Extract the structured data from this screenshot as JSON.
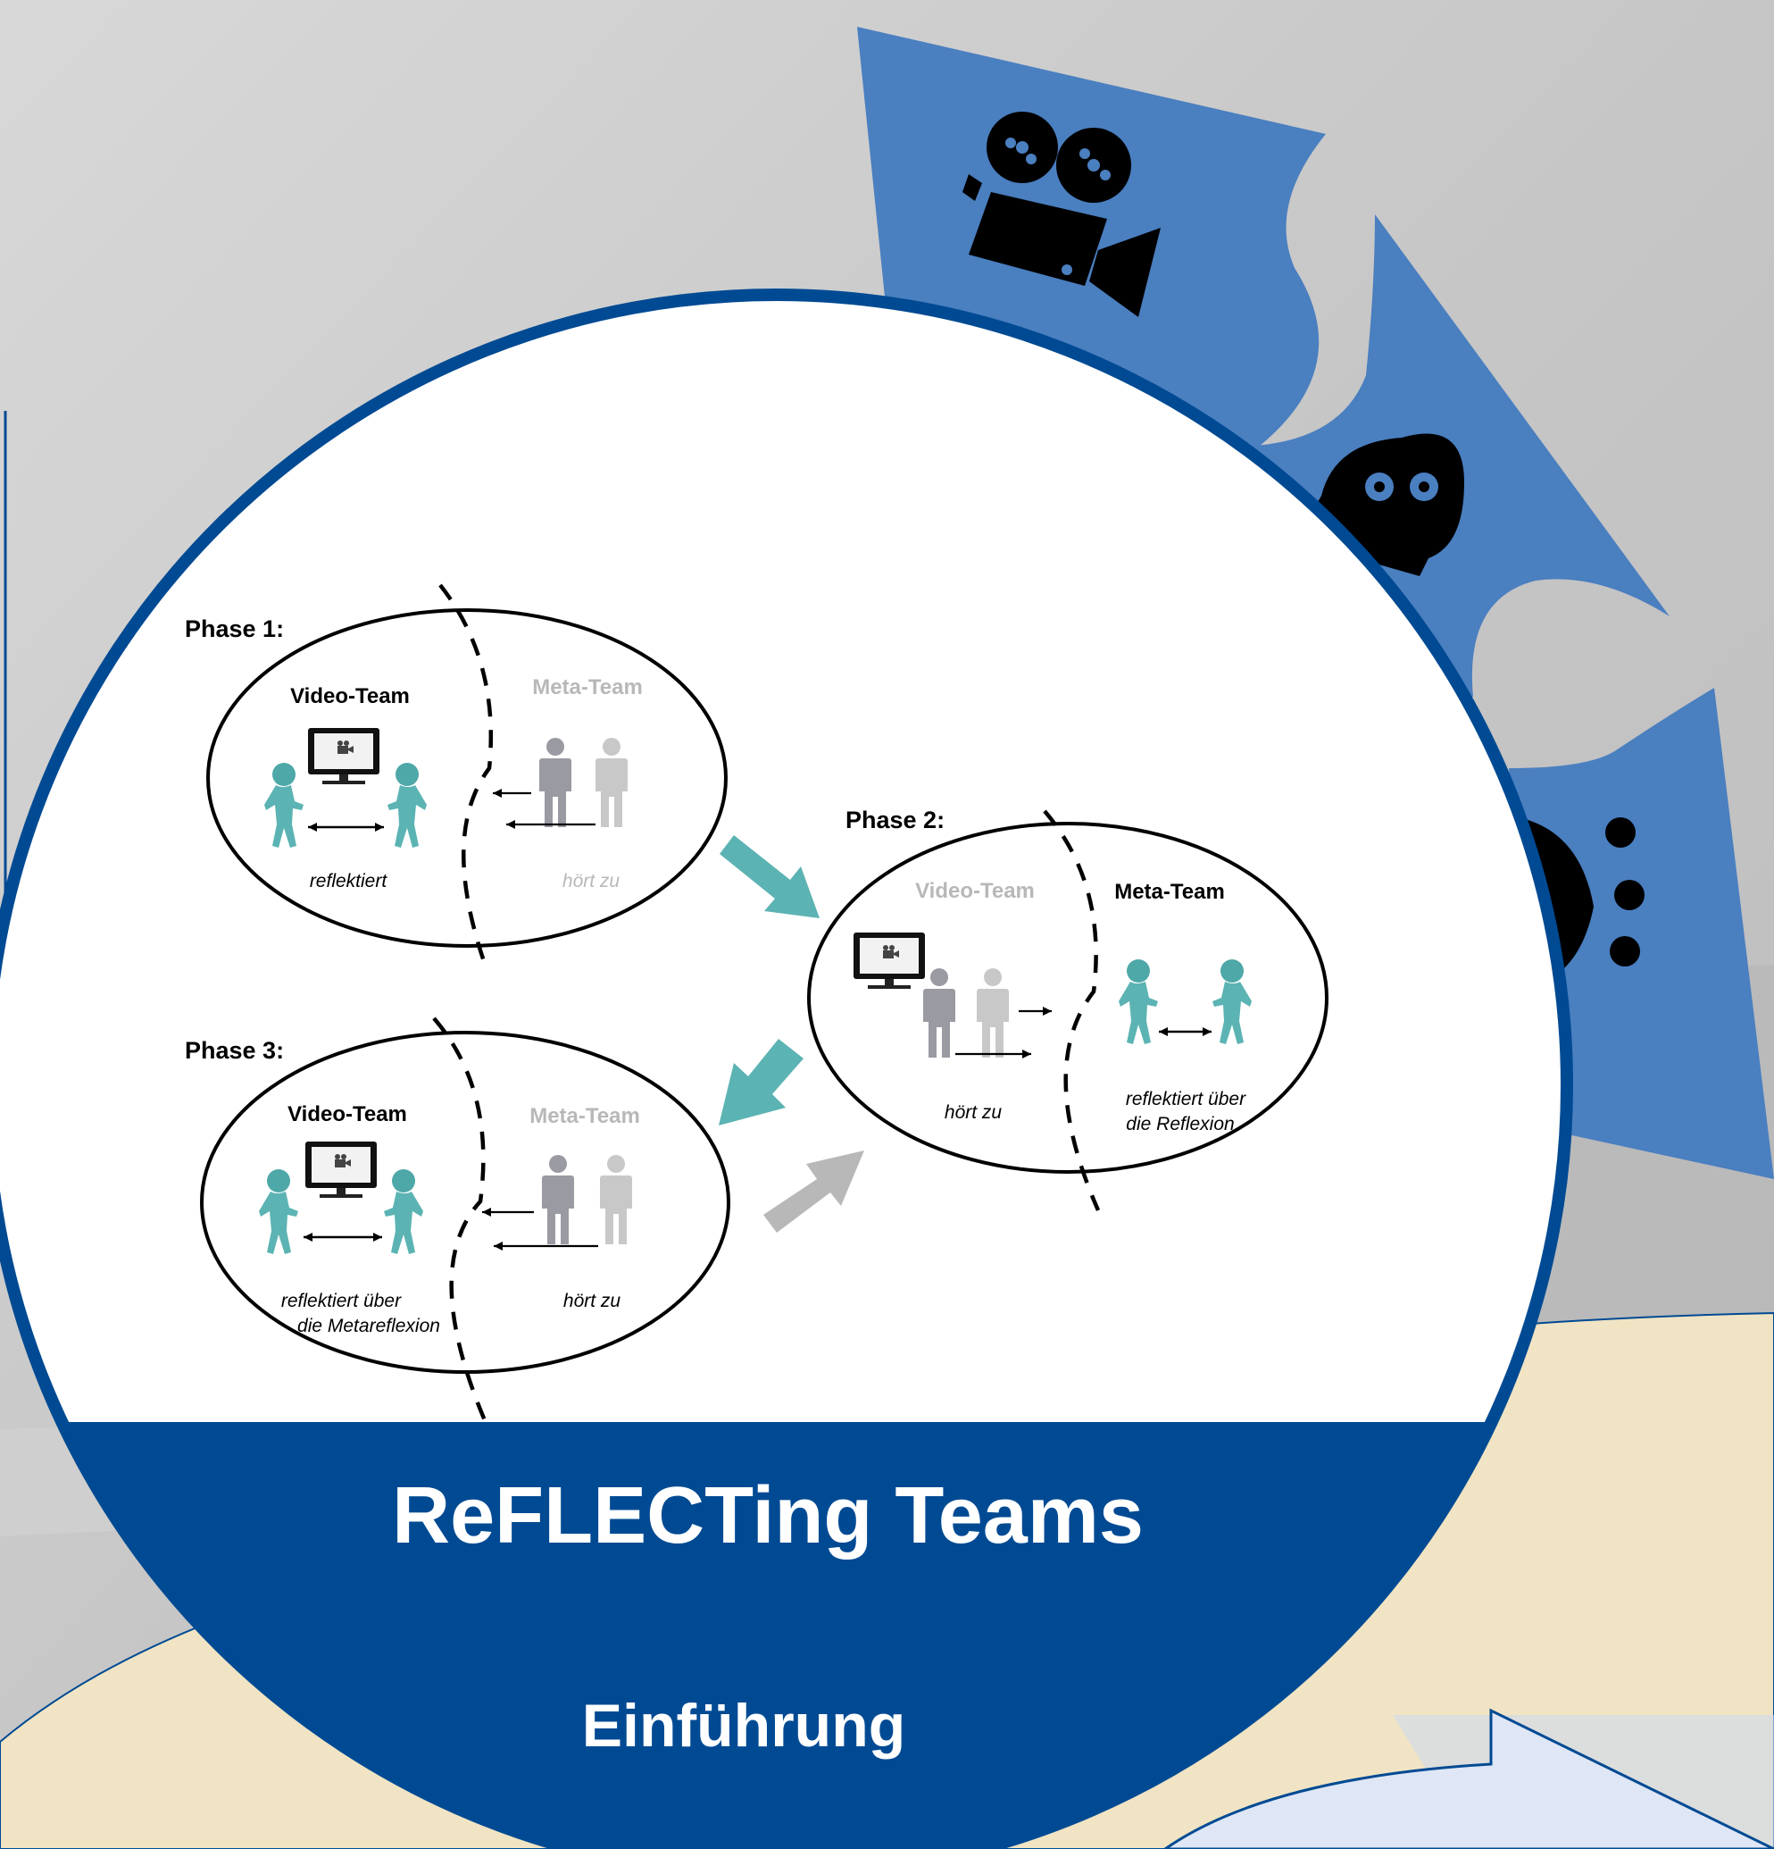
{
  "phase1": {
    "label": "Phase 1:",
    "video_team": "Video-Team",
    "meta_team": "Meta-Team",
    "video_caption": "reflektiert",
    "meta_caption": "hört zu"
  },
  "phase2": {
    "label": "Phase 2:",
    "video_team": "Video-Team",
    "meta_team": "Meta-Team",
    "video_caption": "hört zu",
    "meta_caption_1": "reflektiert über",
    "meta_caption_2": "die Reflexion"
  },
  "phase3": {
    "label": "Phase 3:",
    "video_team": "Video-Team",
    "meta_team": "Meta-Team",
    "video_caption_1": "reflektiert über",
    "video_caption_2": "die Metareflexion",
    "meta_caption": "hört zu"
  },
  "banner": {
    "title": "ReFLECTing Teams",
    "subtitle": "Einführung"
  },
  "colors": {
    "navy": "#004a93",
    "segment_blue": "#4a7fc0",
    "beige": "#f0e4c4",
    "teal": "#5cb3b3",
    "arrow_gray": "#b8b8b8",
    "person_gray": "#9a9aa2",
    "person_light": "#c8c8c8"
  },
  "icons": [
    "video-camera-icon",
    "head-gears-icon",
    "meeting-table-icon",
    "monitor-icon",
    "figure-icon"
  ]
}
